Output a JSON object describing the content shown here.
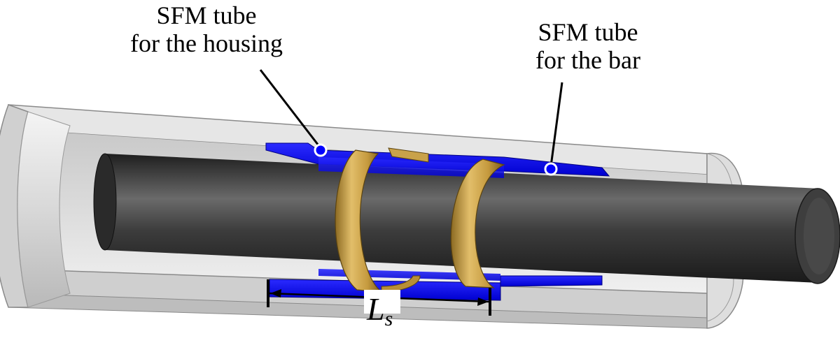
{
  "labels": {
    "housing_line1": "SFM tube",
    "housing_line2": "for the housing",
    "bar_line1": "SFM tube",
    "bar_line2": "for the bar",
    "dimension_main": "L",
    "dimension_sub": "s"
  },
  "colors": {
    "housing": "#d9d9d9",
    "bar": "#3a3a3a",
    "sfm_tube": "#1414ff",
    "band": "#c9a24a",
    "ink": "#000000"
  }
}
